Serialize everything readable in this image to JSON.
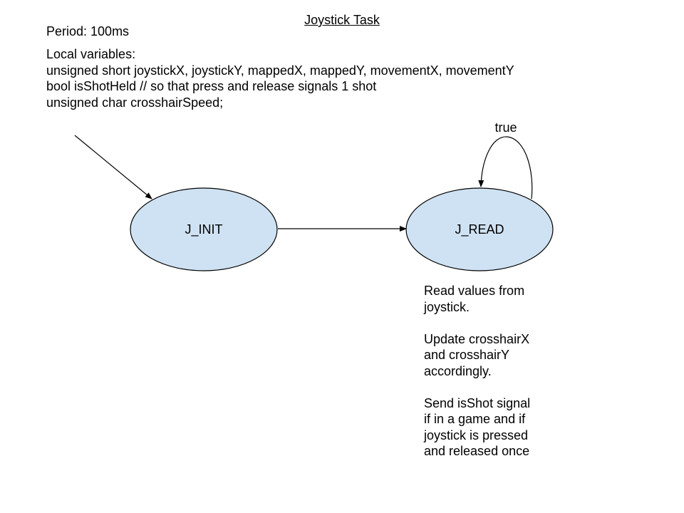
{
  "title": "Joystick Task",
  "period": "Period: 100ms",
  "local_variables": {
    "heading": "Local variables:",
    "lines": [
      "unsigned short joystickX, joystickY, mappedX, mappedY, movementX, movementY",
      "bool isShotHeld // so that press and release signals 1 shot",
      "unsigned char crosshairSpeed;"
    ]
  },
  "states": {
    "init": {
      "label": "J_INIT",
      "fill": "#cfe2f3"
    },
    "read": {
      "label": "J_READ",
      "fill": "#cfe2f3"
    }
  },
  "transitions": {
    "self_loop_label": "true"
  },
  "read_note": {
    "para1": "Read values from\njoystick.",
    "para2": "Update crosshairX\nand crosshairY\naccordingly.",
    "para3": "Send isShot signal\nif in a game and if\njoystick is pressed\nand released once"
  }
}
